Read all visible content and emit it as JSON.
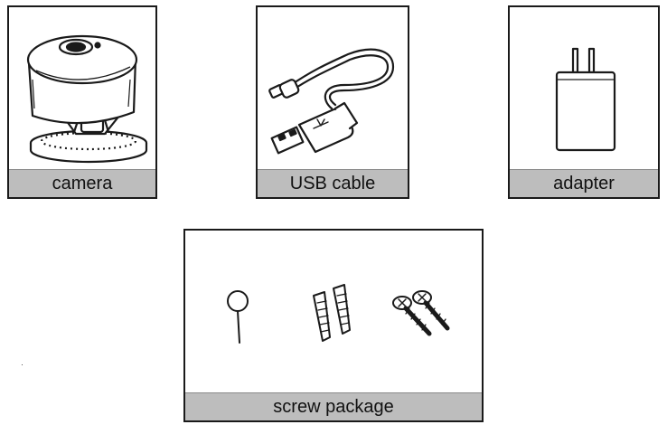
{
  "items": [
    {
      "key": "camera",
      "label": "camera",
      "icon": "camera-icon"
    },
    {
      "key": "usb",
      "label": "USB cable",
      "icon": "usb-cable-icon"
    },
    {
      "key": "adapter",
      "label": "adapter",
      "icon": "power-adapter-icon"
    },
    {
      "key": "screws",
      "label": "screw package",
      "icon": "screw-package-icon"
    }
  ],
  "colors": {
    "caption_bg": "#bdbdbd",
    "border": "#1a1a1a",
    "text": "#111111"
  }
}
